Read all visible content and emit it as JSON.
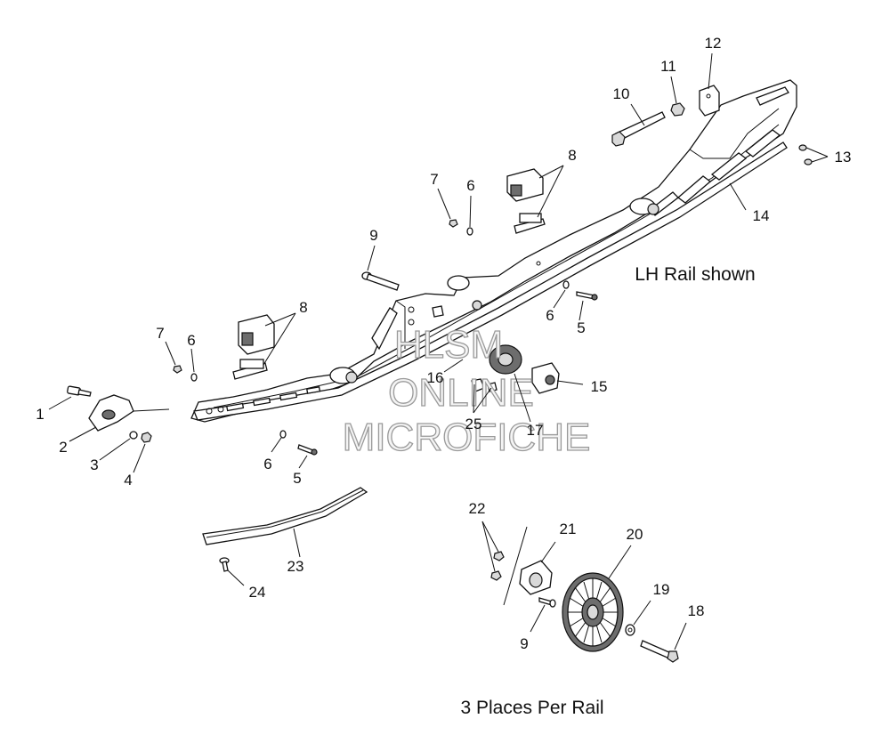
{
  "diagram": {
    "captions": {
      "lh_rail": "LH Rail shown",
      "places": "3 Places Per Rail"
    },
    "watermark": [
      "HLSM",
      "ONLINE",
      "MICROFICHE"
    ],
    "callouts": {
      "c1": "1",
      "c2": "2",
      "c3": "3",
      "c4": "4",
      "c5a": "5",
      "c5b": "5",
      "c6a": "6",
      "c6b": "6",
      "c6c": "6",
      "c6d": "6",
      "c7a": "7",
      "c7b": "7",
      "c8a": "8",
      "c8b": "8",
      "c9a": "9",
      "c9b": "9",
      "c10": "10",
      "c11": "11",
      "c12": "12",
      "c13": "13",
      "c14": "14",
      "c15": "15",
      "c16": "16",
      "c17": "17",
      "c18": "18",
      "c19": "19",
      "c20": "20",
      "c21": "21",
      "c22": "22",
      "c23": "23",
      "c24": "24",
      "c25": "25"
    }
  }
}
